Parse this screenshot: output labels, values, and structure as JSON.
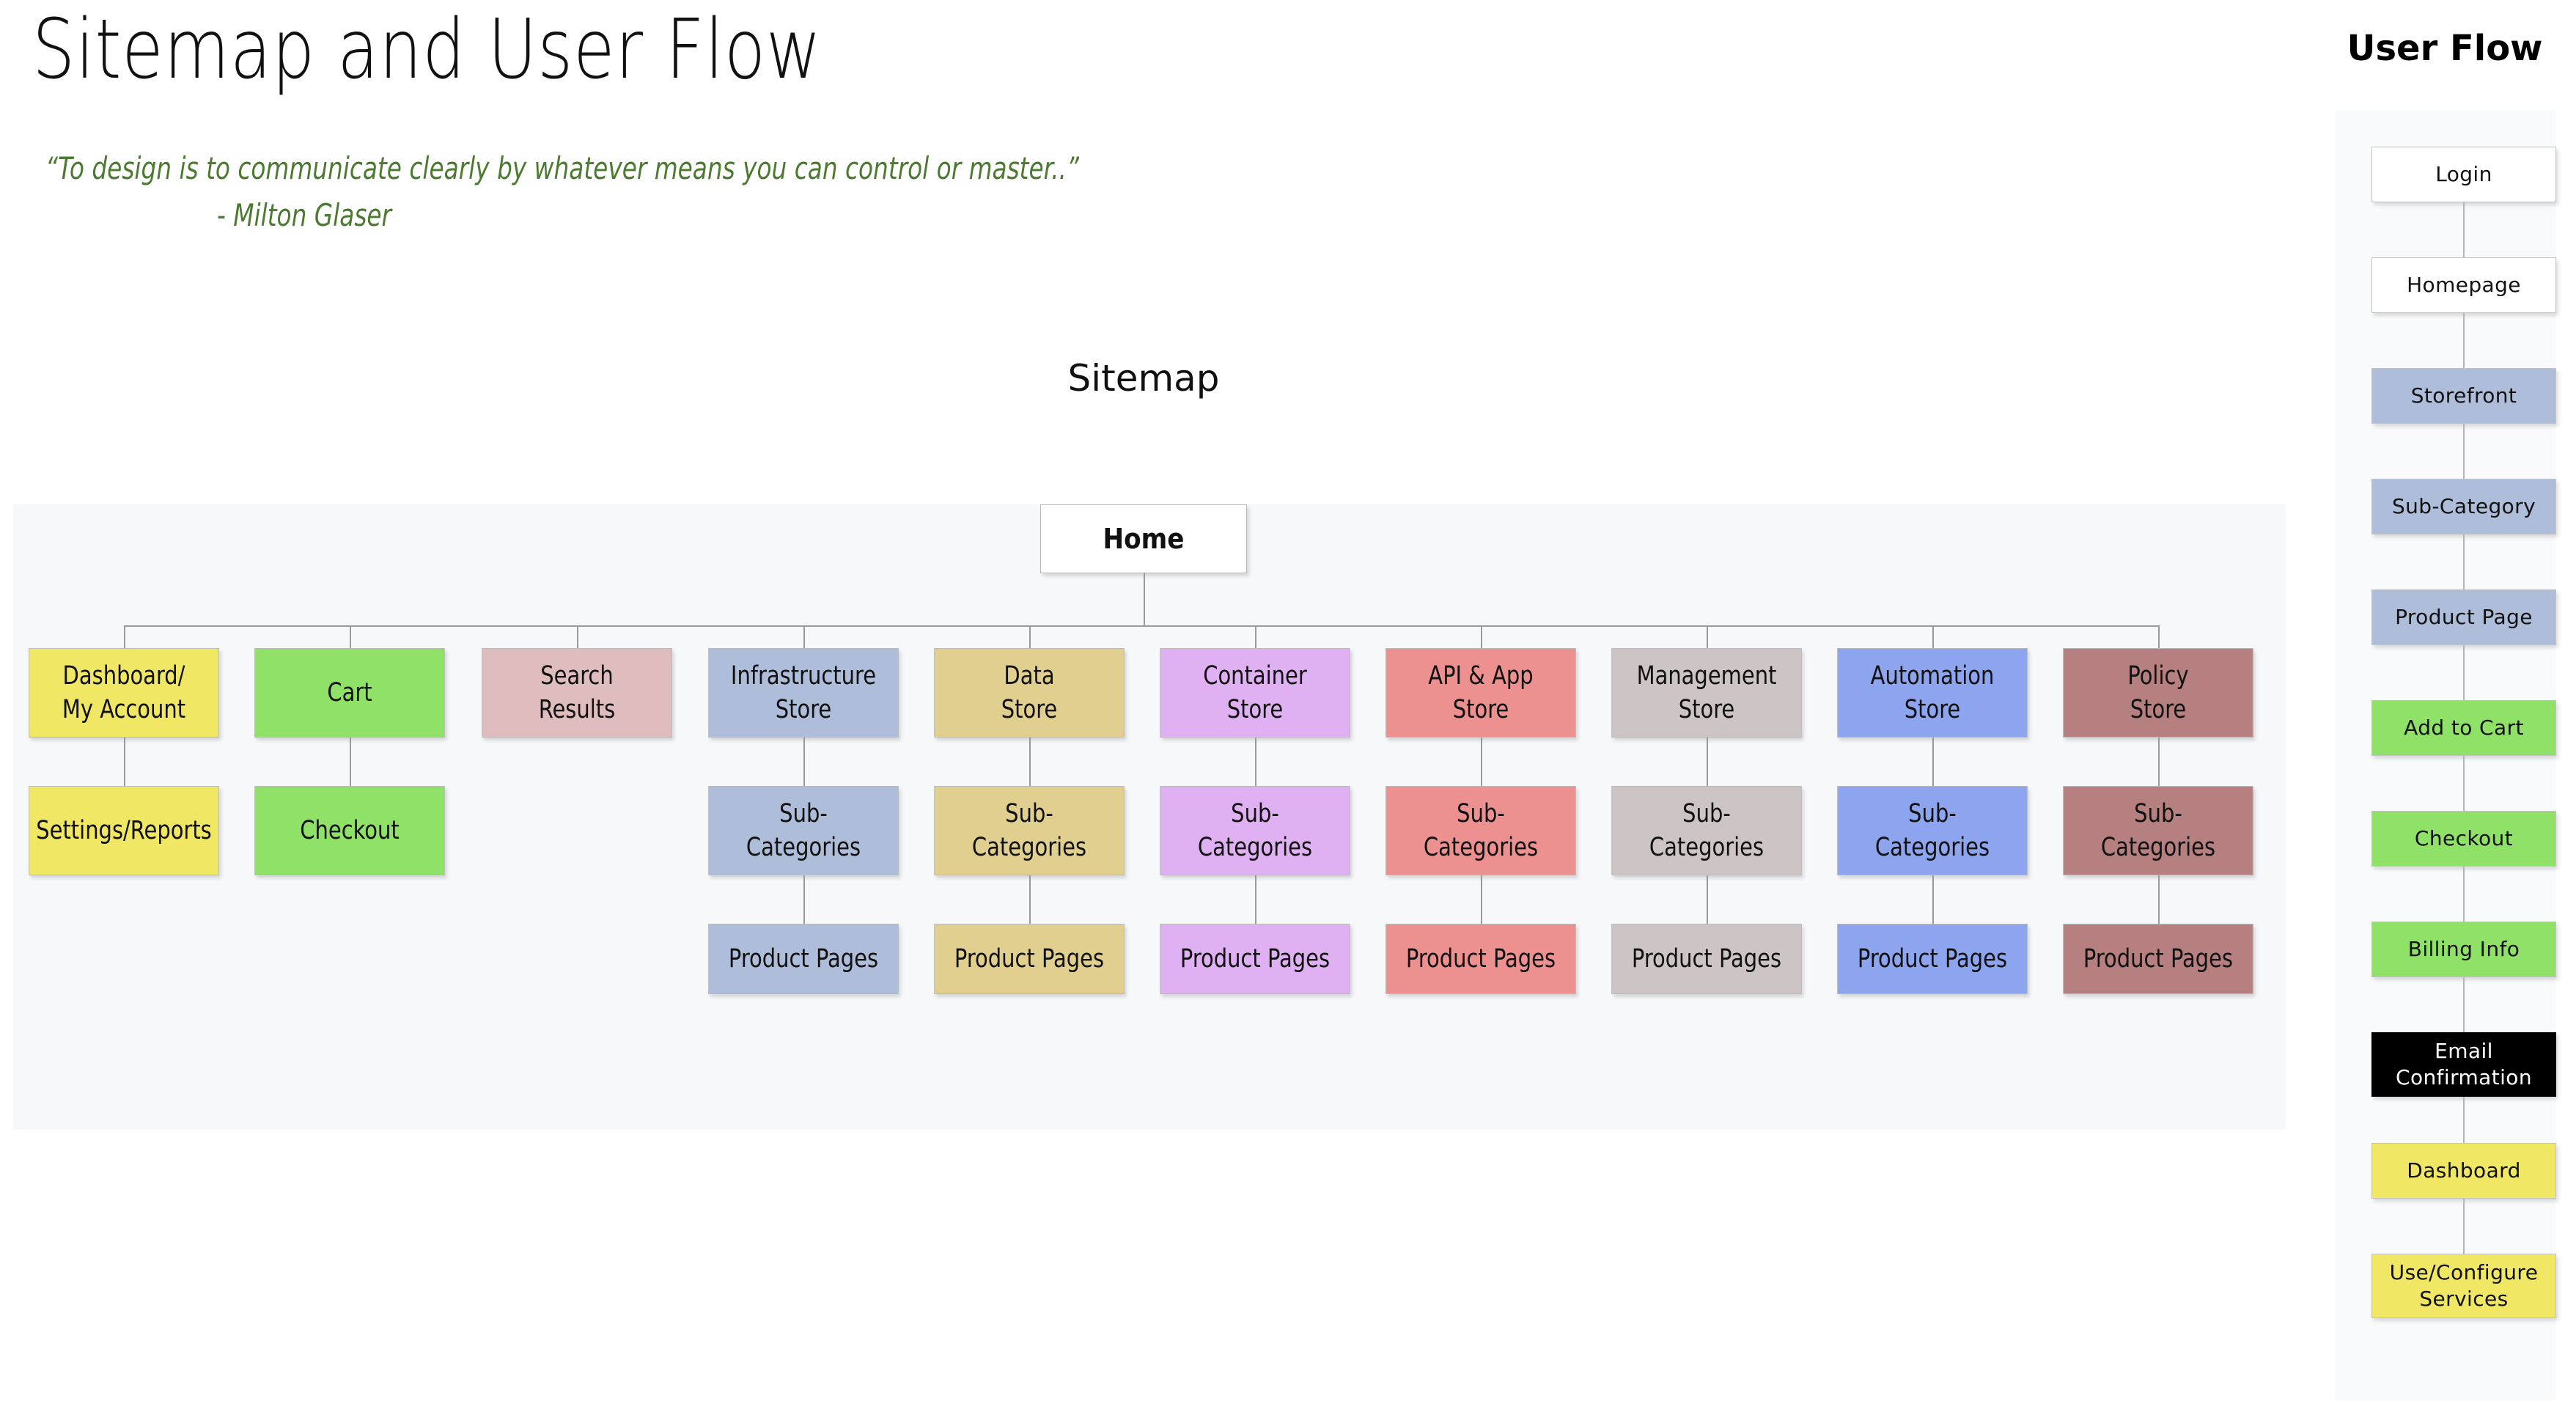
{
  "header": {
    "title": "Sitemap and User Flow",
    "quote": "“To design is to communicate clearly by whatever means you can control or master..”",
    "attribution": "- Milton Glaser",
    "quote_color": "#4c7a31"
  },
  "sitemap": {
    "heading": "Sitemap",
    "panel_background": "#f6f8fa",
    "root": {
      "label": "Home",
      "color": "#ffffff"
    },
    "columns": [
      {
        "color": "#f0e765",
        "nodes": [
          "Dashboard/\nMy Account",
          "Settings/Reports"
        ]
      },
      {
        "color": "#8fe168",
        "nodes": [
          "Cart",
          "Checkout"
        ]
      },
      {
        "color": "#dfbcbd",
        "nodes": [
          "Search\nResults"
        ]
      },
      {
        "color": "#aebdd9",
        "nodes": [
          "Infrastructure\nStore",
          "Sub-\nCategories",
          "Product Pages"
        ]
      },
      {
        "color": "#e0cf8e",
        "nodes": [
          "Data\nStore",
          "Sub-\nCategories",
          "Product Pages"
        ]
      },
      {
        "color": "#dfb0f2",
        "nodes": [
          "Container\nStore",
          "Sub-\nCategories",
          "Product Pages"
        ]
      },
      {
        "color": "#ed9090",
        "nodes": [
          "API & App\nStore",
          "Sub-\nCategories",
          "Product Pages"
        ]
      },
      {
        "color": "#cdc5c5",
        "nodes": [
          "Management\nStore",
          "Sub-\nCategories",
          "Product Pages"
        ]
      },
      {
        "color": "#8da5ef",
        "nodes": [
          "Automation\nStore",
          "Sub-\nCategories",
          "Product Pages"
        ]
      },
      {
        "color": "#b5807f",
        "nodes": [
          "Policy\nStore",
          "Sub-\nCategories",
          "Product Pages"
        ]
      }
    ]
  },
  "userflow": {
    "heading": "User Flow",
    "panel_background": "#f8fafb",
    "steps": [
      {
        "label": "Login",
        "color": "#ffffff",
        "text_color": "#111111"
      },
      {
        "label": "Homepage",
        "color": "#ffffff",
        "text_color": "#111111"
      },
      {
        "label": "Storefront",
        "color": "#aebdd9",
        "text_color": "#111111"
      },
      {
        "label": "Sub-Category",
        "color": "#aebdd9",
        "text_color": "#111111"
      },
      {
        "label": "Product Page",
        "color": "#aebdd9",
        "text_color": "#111111"
      },
      {
        "label": "Add to Cart",
        "color": "#8fe168",
        "text_color": "#111111"
      },
      {
        "label": "Checkout",
        "color": "#8fe168",
        "text_color": "#111111"
      },
      {
        "label": "Billing Info",
        "color": "#8fe168",
        "text_color": "#111111"
      },
      {
        "label": "Email\nConfirmation",
        "color": "#000000",
        "text_color": "#ffffff"
      },
      {
        "label": "Dashboard",
        "color": "#f0e765",
        "text_color": "#111111"
      },
      {
        "label": "Use/Configure\nServices",
        "color": "#f0e765",
        "text_color": "#111111"
      }
    ]
  }
}
